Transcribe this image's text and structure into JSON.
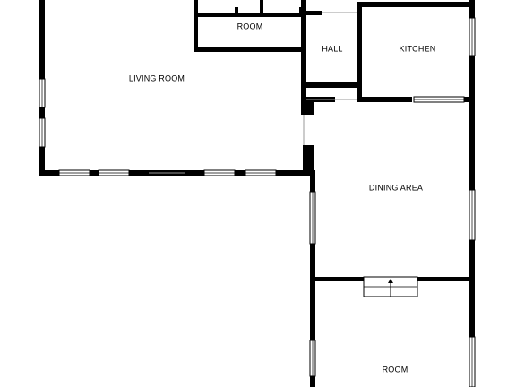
{
  "plan": {
    "rooms": [
      {
        "key": "living",
        "label": "LIVING ROOM"
      },
      {
        "key": "room_top",
        "label": "ROOM"
      },
      {
        "key": "hall",
        "label": "HALL"
      },
      {
        "key": "kitchen",
        "label": "KITCHEN"
      },
      {
        "key": "dining",
        "label": "DINING AREA"
      },
      {
        "key": "room_bottom",
        "label": "ROOM"
      }
    ]
  },
  "colors": {
    "wall": "#000000",
    "window_frame": "#000000",
    "background": "#ffffff"
  }
}
